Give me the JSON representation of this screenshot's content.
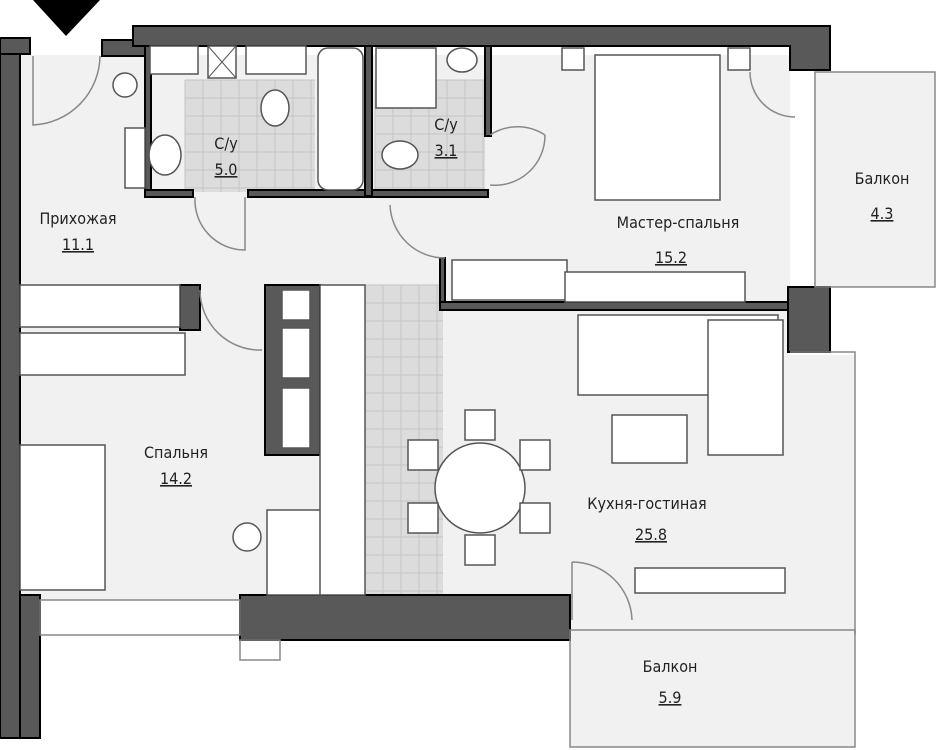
{
  "rooms": [
    {
      "name": "Прихожая",
      "area": "11.1"
    },
    {
      "name": "С/у",
      "area": "5.0"
    },
    {
      "name": "С/у",
      "area": "3.1"
    },
    {
      "name": "Мастер-спальня",
      "area": "15.2"
    },
    {
      "name": "Балкон",
      "area": "4.3"
    },
    {
      "name": "Спальня",
      "area": "14.2"
    },
    {
      "name": "Кухня-гостиная",
      "area": "25.8"
    },
    {
      "name": "Балкон",
      "area": "5.9"
    }
  ],
  "colors": {
    "wall": "#595959",
    "floor": "#f1f1f1",
    "tile": "#dcdcdc"
  }
}
